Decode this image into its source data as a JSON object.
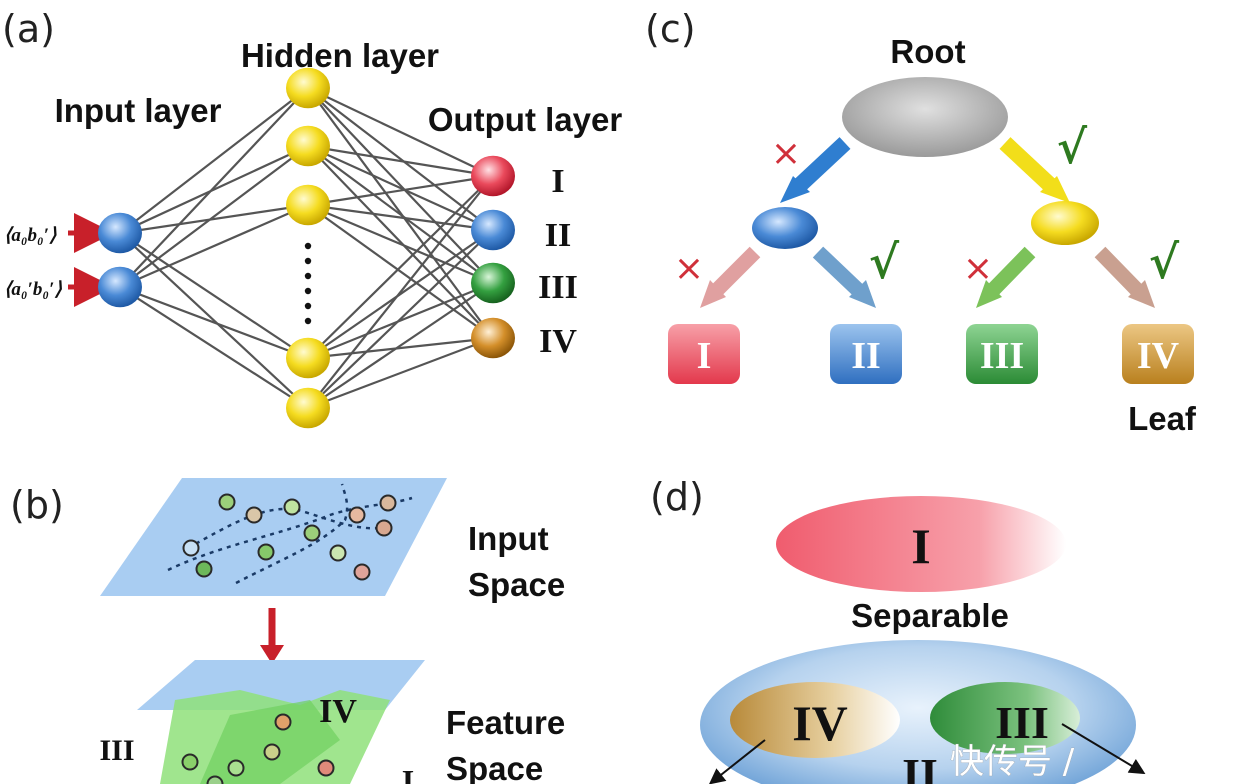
{
  "panels": {
    "a": {
      "tag": "(a)",
      "input_label": "Input layer",
      "hidden_label": "Hidden layer",
      "output_label": "Output layer",
      "inputs": [
        "⟨a₀b₀′⟩",
        "⟨a₀′b₀′⟩"
      ],
      "outputs": [
        "I",
        "II",
        "III",
        "IV"
      ],
      "output_colors": [
        "#e8485a",
        "#3a7fd0",
        "#2f9a3c",
        "#d08a22"
      ],
      "hidden_color": "#f2d21a",
      "input_color": "#3a7fd0"
    },
    "b": {
      "tag": "(b)",
      "input_space": [
        "Input",
        "Space"
      ],
      "feature_space": [
        "Feature",
        "Space"
      ],
      "region_labels": [
        "IV",
        "III",
        "I"
      ]
    },
    "c": {
      "tag": "(c)",
      "root_label": "Root",
      "leaf_label": "Leaf",
      "leaves": [
        "I",
        "II",
        "III",
        "IV"
      ],
      "leaf_colors": [
        "#e8485a",
        "#3a7fd0",
        "#2f9a3c",
        "#c88a2a"
      ],
      "mark_false": "×",
      "mark_true": "√"
    },
    "d": {
      "tag": "(d)",
      "separable_label": "Separable",
      "classes": [
        "I",
        "IV",
        "III",
        "II"
      ]
    }
  },
  "watermark": "快传号 /"
}
